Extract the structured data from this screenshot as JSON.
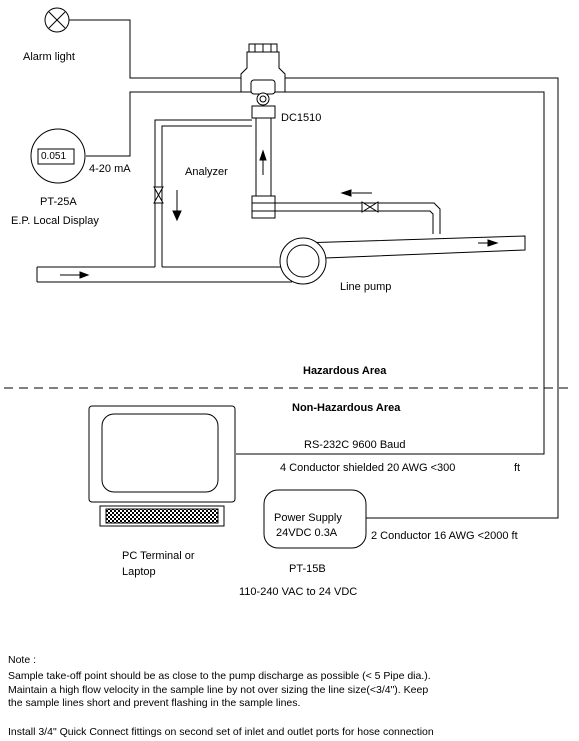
{
  "labels": {
    "alarm_light": "Alarm light",
    "display_value": "0.051",
    "current_signal": "4-20 mA",
    "display_tag": "PT-25A",
    "display_desc": "E.P. Local Display",
    "analyzer_model": "DC1510",
    "analyzer": "Analyzer",
    "line_pump": "Line pump",
    "hazardous_area": "Hazardous Area",
    "non_hazardous_area": "Non-Hazardous Area",
    "rs232": "RS-232C 9600 Baud",
    "cable_4c_a": "4 Conductor shielded 20 AWG <300",
    "cable_4c_b": "ft",
    "psu_line1": "Power Supply",
    "psu_line2": "24VDC 0.3A",
    "cable_2c": "2 Conductor 16 AWG  <2000 ft",
    "psu_tag": "PT-15B",
    "psu_input": "110-240 VAC to 24 VDC",
    "pc_line1": "PC Terminal or",
    "pc_line2": "Laptop"
  },
  "notes": {
    "title": "Note :",
    "line1": "Sample take-off point should be as close to the pump discharge as possible (< 5 Pipe dia.).",
    "line2": "Maintain a high flow velocity in the sample line by not over sizing the line size(<3/4\"). Keep",
    "line3": "the sample lines short and prevent flashing in the sample lines.",
    "line4": "Install 3/4\" Quick Connect fittings on second set of inlet and outlet ports for hose connection"
  }
}
